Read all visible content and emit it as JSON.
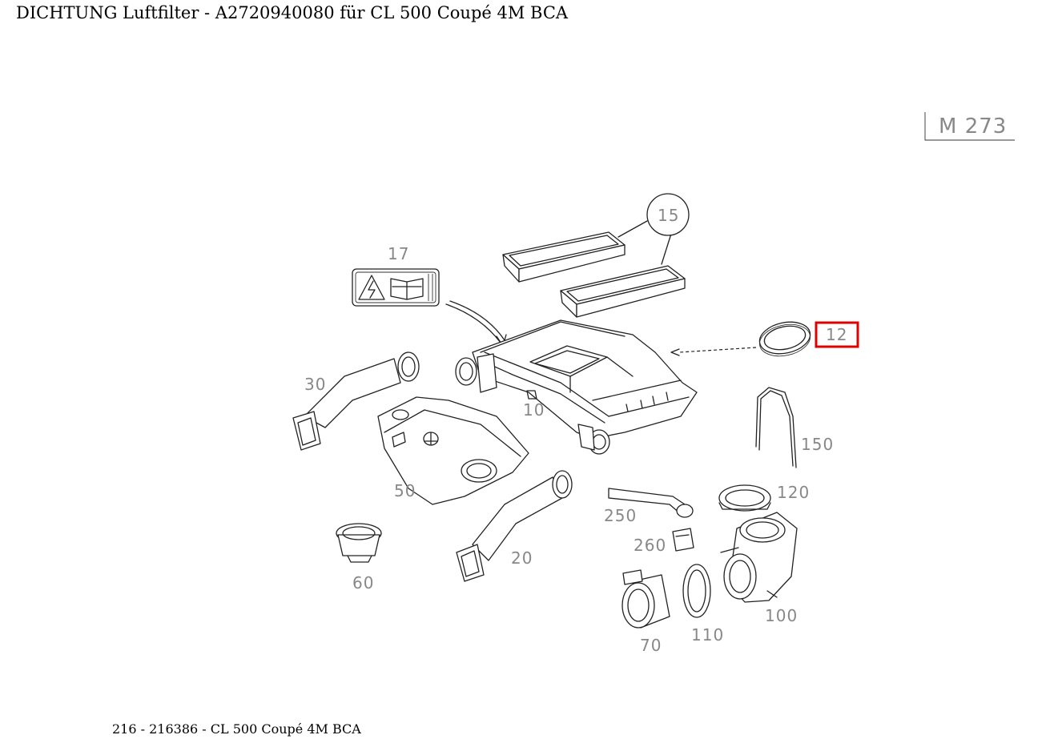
{
  "header": {
    "title": "DICHTUNG Luftfilter - A2720940080 für CL 500 Coupé 4M BCA"
  },
  "diagram": {
    "engine_code": "M 273",
    "highlighted_part": "12",
    "highlight_color": "#e00000",
    "parts": {
      "p10": "10",
      "p12": "12",
      "p15": "15",
      "p17": "17",
      "p20": "20",
      "p30": "30",
      "p50": "50",
      "p60": "60",
      "p70": "70",
      "p100": "100",
      "p110": "110",
      "p120": "120",
      "p150": "150",
      "p250": "250",
      "p260": "260"
    }
  },
  "footer": {
    "text": "216 - 216386 - CL 500 Coupé 4M BCA"
  }
}
